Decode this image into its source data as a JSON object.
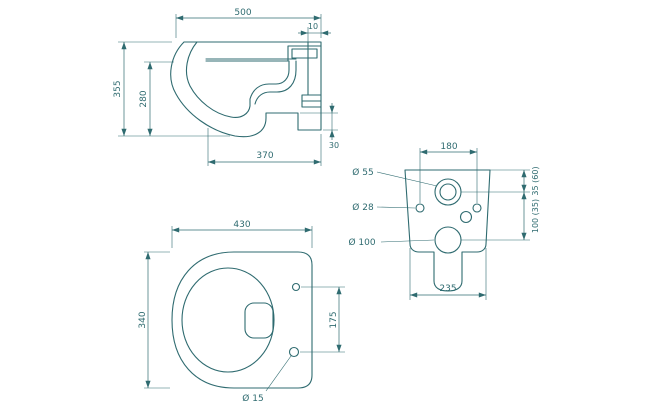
{
  "colors": {
    "ink": "#2f6b70"
  },
  "views": {
    "side": {
      "dim_width": "500",
      "dim_offset": "10",
      "dim_height": "355",
      "dim_rim_height": "280",
      "dim_depth": "370",
      "dim_gap": "30"
    },
    "rear": {
      "dim_hole_spacing": "180",
      "dim_width": "235",
      "dim_right_upper": "35 (60)",
      "dim_right_lower": "100 (35)",
      "label_inlet_diameter": "Ø 55",
      "label_fixing_diameter": "Ø 28",
      "label_outlet_diameter": "Ø 100"
    },
    "plan": {
      "dim_width": "430",
      "dim_depth": "340",
      "dim_hole_offset": "175",
      "label_hole_diameter": "Ø 15"
    }
  }
}
